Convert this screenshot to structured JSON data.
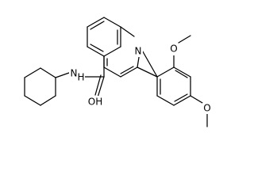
{
  "molecule": {
    "atom_labels": {
      "quinoline_n": "N",
      "amide_n": "N",
      "amide_h": "H",
      "carbonyl_o": "OH",
      "methoxy_o_top": "O",
      "methoxy_o_bottom": "O"
    },
    "colors": {
      "bond": "#000000",
      "label": "#000000",
      "background": "#ffffff"
    }
  }
}
